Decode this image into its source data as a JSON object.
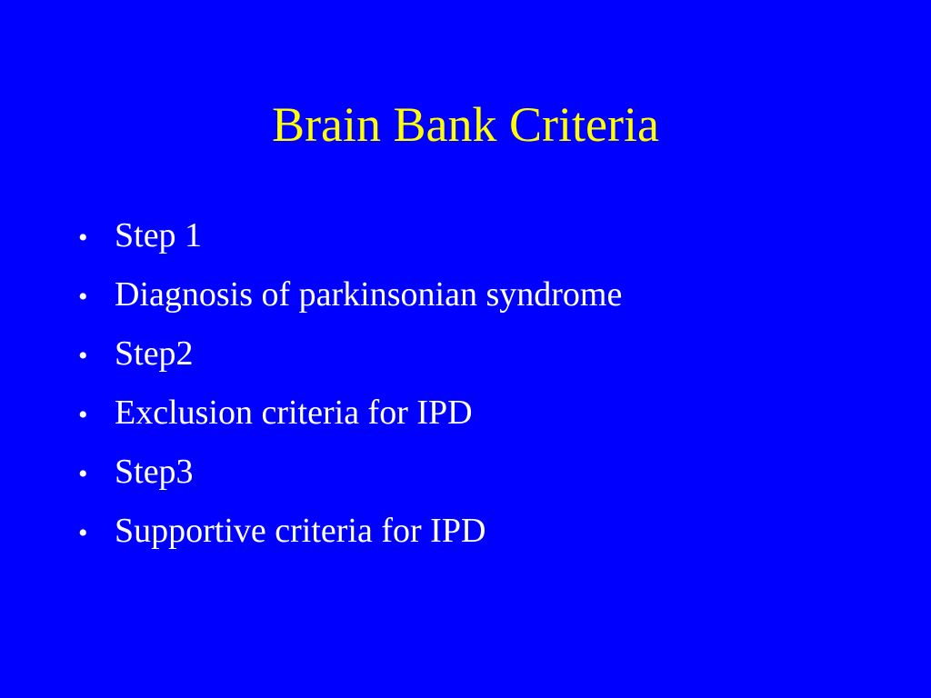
{
  "slide": {
    "title": "Brain Bank Criteria",
    "bullet_marker": "•",
    "bullets": [
      "Step 1",
      "Diagnosis of parkinsonian syndrome",
      "Step2",
      "Exclusion criteria for IPD",
      "Step3",
      "Supportive criteria for IPD"
    ]
  },
  "colors": {
    "background": "#0000ff",
    "title": "#ffff00",
    "body_text": "#ffffff"
  }
}
